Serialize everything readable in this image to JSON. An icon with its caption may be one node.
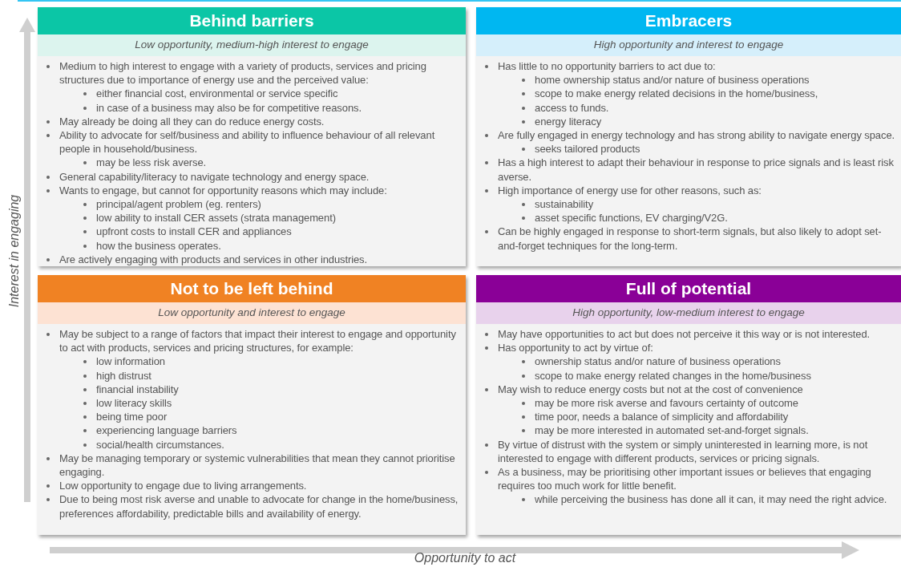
{
  "diagram": {
    "nodes": [
      {
        "text": [
          "Behind barriers",
          "Low opportunity, medium-high interest to engage",
          "Medium to high interest to engage with a variety of products, services and pricing structures due to importance of energy use and the perceived value:",
          "either financial cost, environmental or service specific",
          "in case of a business may also be for competitive reasons.",
          "May already be doing all they can do reduce energy costs.",
          "Ability to advocate for self/business and ability to influence behaviour of all relevant people in household/business.",
          "may be less risk averse.",
          "General capability/literacy to navigate technology and energy space.",
          "Wants to engage, but cannot for opportunity reasons which may include:",
          "principal/agent problem (eg. renters)",
          "low ability to install CER assets (strata management)",
          "upfront costs to install CER and appliances",
          "how the business operates.",
          "Are actively engaging with products and services in other industries."
        ]
      },
      {
        "text": [
          "Embracers",
          "High opportunity and interest to engage",
          "Has little to no opportunity barriers to act due to:",
          "home ownership status and/or nature of business operations",
          "scope to make energy related decisions in the home/business,",
          "access to funds.",
          "energy literacy",
          "Are fully engaged in energy technology and has strong ability to navigate energy space.",
          "seeks tailored products",
          "Has a high interest to adapt their behaviour in response to price signals and is least risk averse.",
          "High importance of energy use for other reasons, such as:",
          "sustainability",
          "asset specific functions, EV charging/V2G.",
          "Can be highly engaged in response to short-term signals, but also likely to adopt set-and-forget techniques for the long-term."
        ]
      },
      {
        "text": [
          "Not to be left behind",
          "Low opportunity and interest to engage",
          "May be subject to a range of factors that impact their interest to engage and opportunity to act with products, services and pricing structures, for example:",
          "low information",
          "high distrust",
          "financial instability",
          "low literacy skills",
          "being time poor",
          "experiencing language barriers",
          "social/health circumstances.",
          "May be managing temporary or systemic vulnerabilities that mean they cannot prioritise engaging.",
          "Low opportunity to engage due to living arrangements.",
          "Due to being most risk averse and unable to advocate for change in the home/business, preferences affordability, predictable bills and availability of energy."
        ]
      },
      {
        "text": [
          "Full of potential",
          "High opportunity, low-medium interest to engage",
          "May have opportunities to act but does not perceive it this way or is not interested.",
          "Has opportunity to act by virtue of:",
          "ownership status and/or nature of business operations",
          "scope to make energy related changes in the home/business",
          "May wish to reduce energy costs but not at the cost of convenience",
          "may be more risk averse and favours certainty of outcome",
          "time poor, needs a balance of simplicity and affordability",
          "may be more interested in automated set-and-forget signals.",
          "By virtue of distrust with the system or simply uninterested in learning more, is not interested to engage with different products, services or pricing signals.",
          "As a business, may be prioritising other important issues or believes that engaging requires too much work for little benefit.",
          "while perceiving the business has done all it can, it may need the right advice."
        ]
      }
    ],
    "labels": [
      "Interest in engaging",
      "Opportunity to act"
    ]
  }
}
